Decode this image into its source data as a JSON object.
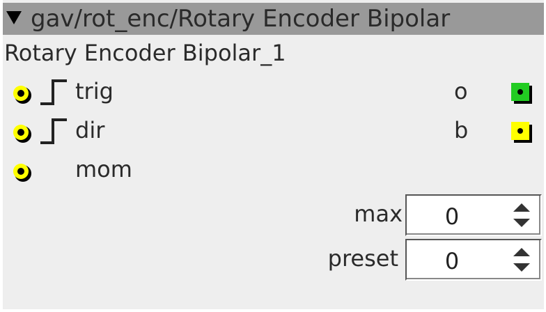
{
  "titlebar": {
    "title": "gav/rot_enc/Rotary Encoder Bipolar",
    "collapse_icon": "triangle-down-icon"
  },
  "instance": {
    "name": "Rotary Encoder Bipolar_1"
  },
  "inlets": [
    {
      "label": "trig",
      "type": "bool-trigger"
    },
    {
      "label": "dir",
      "type": "bool-trigger"
    },
    {
      "label": "mom",
      "type": "bool"
    }
  ],
  "outlets": [
    {
      "label": "o",
      "color": "#22cc22"
    },
    {
      "label": "b",
      "color": "#ffff00"
    }
  ],
  "params": [
    {
      "label": "max",
      "value": "0"
    },
    {
      "label": "preset",
      "value": "0"
    }
  ],
  "colors": {
    "inlet_ring": "#ffff00",
    "titlebar": "#999999",
    "panel": "#eeeeee"
  }
}
